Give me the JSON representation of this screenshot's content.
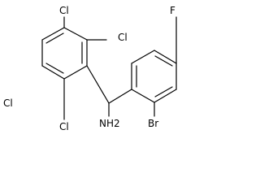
{
  "molecule": {
    "atoms": {
      "cl_top_left": "Cl",
      "cl_top_right": "Cl",
      "cl_left": "Cl",
      "cl_bottom": "Cl",
      "amine": "NH2",
      "fluoro": "F",
      "bromo": "Br"
    }
  }
}
